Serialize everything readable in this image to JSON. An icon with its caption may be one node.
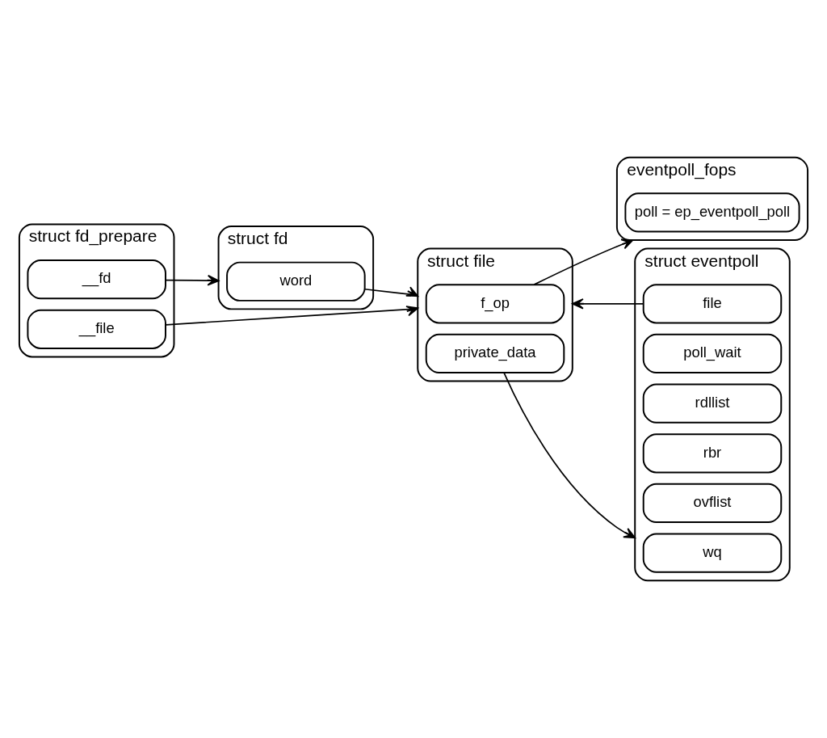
{
  "diagram": {
    "nodes": [
      {
        "text": [
          "struct fd_prepare"
        ]
      },
      {
        "text": [
          "__fd"
        ],
        "in": 0
      },
      {
        "text": [
          "__file"
        ],
        "in": 0
      },
      {
        "text": [
          "struct fd"
        ]
      },
      {
        "text": [
          "word"
        ],
        "in": 3
      },
      {
        "text": [
          "struct file"
        ]
      },
      {
        "text": [
          "f_op"
        ],
        "in": 5
      },
      {
        "text": [
          "private_data"
        ],
        "in": 5
      },
      {
        "text": [
          "eventpoll_fops"
        ]
      },
      {
        "text": [
          "poll = ep_eventpoll_poll"
        ],
        "in": 8
      },
      {
        "text": [
          "struct eventpoll"
        ]
      },
      {
        "text": [
          "wq"
        ],
        "in": 10
      },
      {
        "text": [
          "poll_wait"
        ],
        "in": 10
      },
      {
        "text": [
          "rdllist"
        ],
        "in": 10
      },
      {
        "text": [
          "rbr"
        ],
        "in": 10
      },
      {
        "text": [
          "ovflist"
        ],
        "in": 10
      },
      {
        "text": [
          "file"
        ],
        "in": 10
      }
    ],
    "edges": [
      {
        "from": 1,
        "to": 3,
        "arrow": "to"
      },
      {
        "from": 4,
        "to": 5,
        "arrow": "to"
      },
      {
        "from": 2,
        "to": 5,
        "arrow": "to"
      },
      {
        "from": 6,
        "to": 8,
        "arrow": "to"
      },
      {
        "from": 7,
        "to": 10,
        "arrow": "to"
      },
      {
        "from": 16,
        "to": 5,
        "arrow": "to"
      }
    ]
  }
}
